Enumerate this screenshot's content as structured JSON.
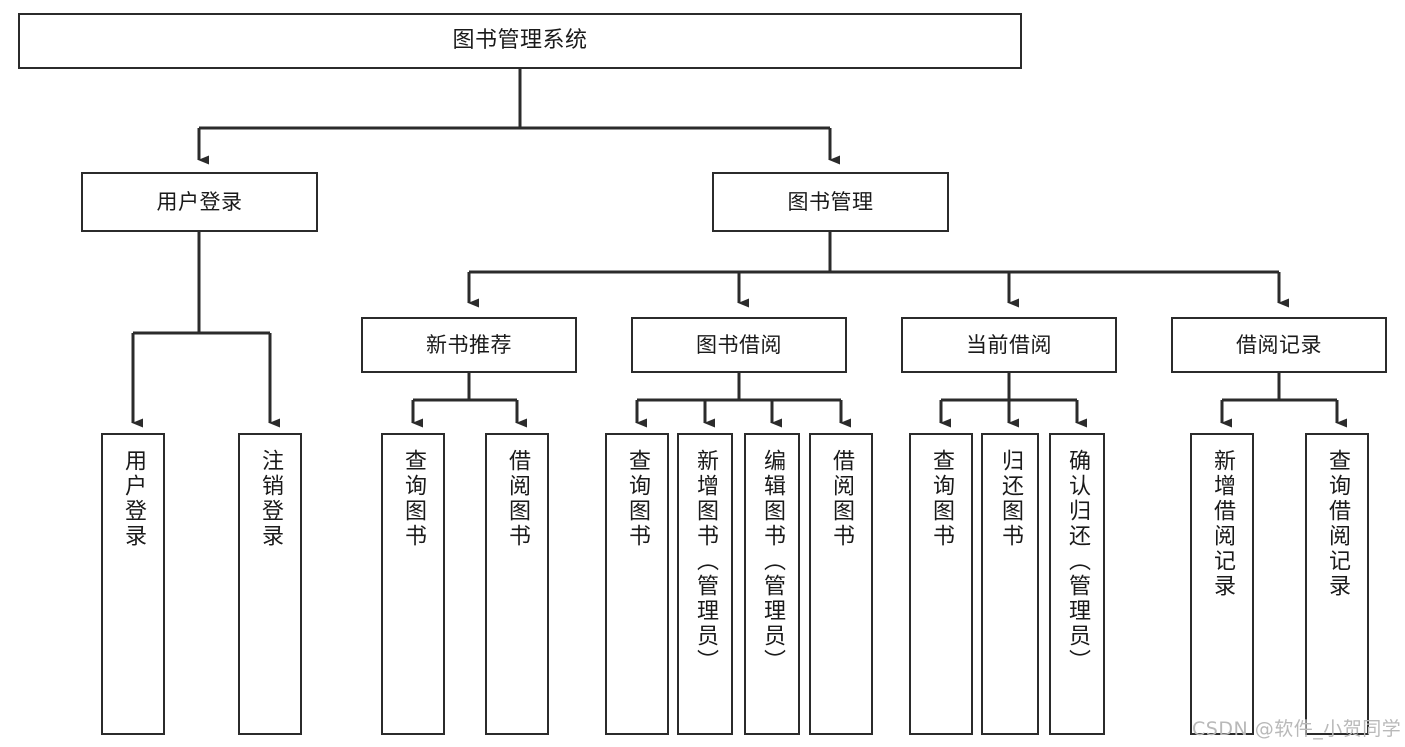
{
  "diagram": {
    "title": "图书管理系统",
    "type": "tree-hierarchy-diagram",
    "colors": {
      "background": "#ffffff",
      "box_border": "#2b2b2b",
      "connector": "#2b2b2b",
      "text": "#1a1a1a",
      "watermark": "#b9b9b9"
    },
    "root": {
      "label": "图书管理系统"
    },
    "level2": [
      {
        "label": "用户登录"
      },
      {
        "label": "图书管理"
      }
    ],
    "level3": [
      {
        "label": "新书推荐"
      },
      {
        "label": "图书借阅"
      },
      {
        "label": "当前借阅"
      },
      {
        "label": "借阅记录"
      }
    ],
    "leaves": {
      "user_login": [
        {
          "label": "用户登录"
        },
        {
          "label": "注销登录"
        }
      ],
      "new_book_recommend": [
        {
          "label": "查询图书"
        },
        {
          "label": "借阅图书"
        }
      ],
      "book_borrow": [
        {
          "label": "查询图书"
        },
        {
          "label": "新增图书（管理员）"
        },
        {
          "label": "编辑图书（管理员）"
        },
        {
          "label": "借阅图书"
        }
      ],
      "current_borrow": [
        {
          "label": "查询图书"
        },
        {
          "label": "归还图书"
        },
        {
          "label": "确认归还（管理员）"
        }
      ],
      "borrow_records": [
        {
          "label": "新增借阅记录"
        },
        {
          "label": "查询借阅记录"
        }
      ]
    },
    "watermark": "CSDN @软件_小贺同学"
  }
}
